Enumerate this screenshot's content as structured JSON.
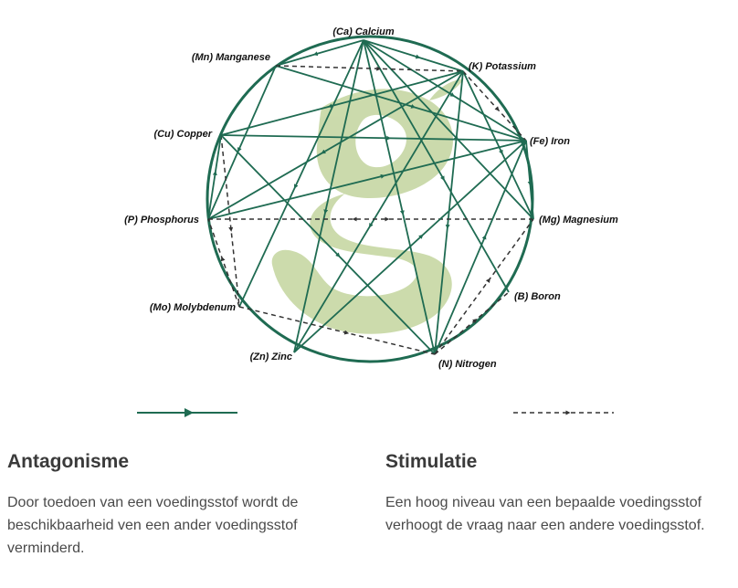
{
  "colors": {
    "circle": "#1f6b52",
    "antagonism_line": "#1f6b52",
    "stimulation_line": "#333333",
    "watermark": "#c9d9a8",
    "heading": "#3a3a3a",
    "body_text": "#4a4a4a"
  },
  "watermark": {
    "icon": "leaf-g-logo-icon"
  },
  "nodes": [
    {
      "id": "Ca",
      "label": "(Ca) Calcium"
    },
    {
      "id": "K",
      "label": "(K) Potassium"
    },
    {
      "id": "Fe",
      "label": "(Fe) Iron"
    },
    {
      "id": "Mg",
      "label": "(Mg) Magnesium"
    },
    {
      "id": "B",
      "label": "(B) Boron"
    },
    {
      "id": "N",
      "label": "(N) Nitrogen"
    },
    {
      "id": "Zn",
      "label": "(Zn) Zinc"
    },
    {
      "id": "Mo",
      "label": "(Mo) Molybdenum"
    },
    {
      "id": "P",
      "label": "(P) Phosphorus"
    },
    {
      "id": "Cu",
      "label": "(Cu) Copper"
    },
    {
      "id": "Mn",
      "label": "(Mn) Manganese"
    }
  ],
  "edges": [
    {
      "from": "Ca",
      "to": "K",
      "type": "antagonism"
    },
    {
      "from": "Ca",
      "to": "Fe",
      "type": "antagonism"
    },
    {
      "from": "Ca",
      "to": "Mn",
      "type": "antagonism"
    },
    {
      "from": "Ca",
      "to": "Zn",
      "type": "antagonism"
    },
    {
      "from": "Ca",
      "to": "N",
      "type": "antagonism"
    },
    {
      "from": "Ca",
      "to": "B",
      "type": "antagonism"
    },
    {
      "from": "Ca",
      "to": "Mo",
      "type": "antagonism"
    },
    {
      "from": "Ca",
      "to": "Mg",
      "type": "antagonism"
    },
    {
      "from": "Mn",
      "to": "Fe",
      "type": "antagonism"
    },
    {
      "from": "Mn",
      "to": "P",
      "type": "antagonism"
    },
    {
      "from": "Mn",
      "to": "K",
      "type": "stimulation"
    },
    {
      "from": "K",
      "to": "Cu",
      "type": "antagonism"
    },
    {
      "from": "K",
      "to": "P",
      "type": "antagonism"
    },
    {
      "from": "K",
      "to": "Mg",
      "type": "antagonism"
    },
    {
      "from": "K",
      "to": "Fe",
      "type": "stimulation"
    },
    {
      "from": "K",
      "to": "N",
      "type": "antagonism"
    },
    {
      "from": "K",
      "to": "Zn",
      "type": "antagonism"
    },
    {
      "from": "Cu",
      "to": "Fe",
      "type": "antagonism"
    },
    {
      "from": "Cu",
      "to": "N",
      "type": "antagonism"
    },
    {
      "from": "Cu",
      "to": "Mo",
      "type": "stimulation"
    },
    {
      "from": "P",
      "to": "Cu",
      "type": "antagonism"
    },
    {
      "from": "P",
      "to": "Fe",
      "type": "antagonism"
    },
    {
      "from": "P",
      "to": "Mg",
      "type": "stimulation",
      "bidirectional": true
    },
    {
      "from": "Zn",
      "to": "Fe",
      "type": "antagonism"
    },
    {
      "from": "N",
      "to": "Fe",
      "type": "antagonism"
    },
    {
      "from": "N",
      "to": "B",
      "type": "stimulation"
    },
    {
      "from": "N",
      "to": "Mg",
      "type": "stimulation"
    },
    {
      "from": "Mo",
      "to": "N",
      "type": "stimulation"
    },
    {
      "from": "Mo",
      "to": "P",
      "type": "stimulation"
    },
    {
      "from": "Fe",
      "to": "Mg",
      "type": "antagonism"
    }
  ],
  "legend": {
    "antagonism": {
      "title": "Antagonisme",
      "description": "Door toedoen van een voedingsstof wordt de beschikbaarheid ven een ander voedingsstof verminderd."
    },
    "stimulation": {
      "title": "Stimulatie",
      "description": "Een hoog niveau van een bepaalde voedingsstof verhoogt de vraag naar een andere voedingsstof."
    }
  }
}
